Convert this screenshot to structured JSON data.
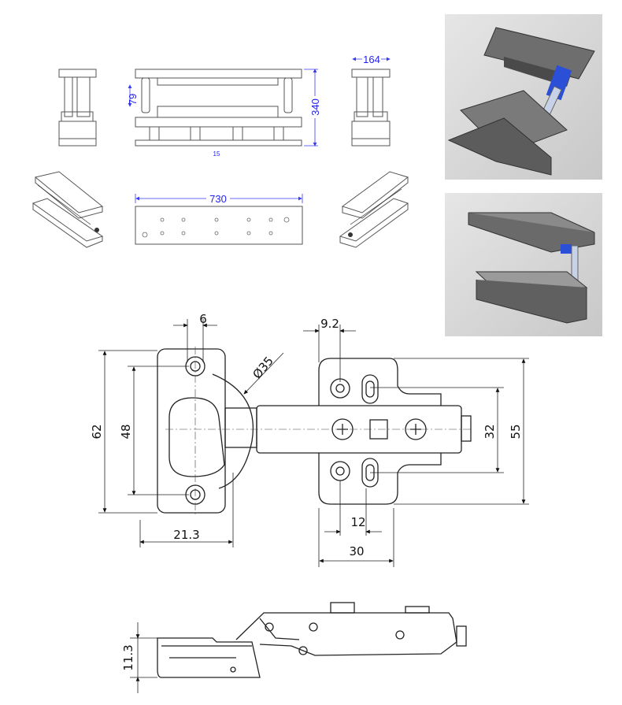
{
  "mold_drawing": {
    "dims": {
      "width_side": "164",
      "die_gap": "79",
      "height": "340",
      "note": "15",
      "length": "730"
    }
  },
  "renders": {
    "top_render": "3d-mold-render-open",
    "bottom_render": "3d-mold-render-side"
  },
  "hinge_top_view": {
    "dims": {
      "hole_offset": "6",
      "plate_offset": "9.2",
      "cup_diameter": "Ø35",
      "plate_height": "62",
      "hole_spacing": "48",
      "mount_hole_spacing": "32",
      "mount_plate_height": "55",
      "cup_offset": "21.3",
      "slot_spacing": "12",
      "mount_plate_width": "30"
    }
  },
  "hinge_side_view": {
    "dims": {
      "cup_depth": "11.3"
    }
  },
  "colors": {
    "dimension_blue": "#2222ee",
    "render_bg": "#dcdcdc",
    "render_blue": "#2b4fd6"
  }
}
